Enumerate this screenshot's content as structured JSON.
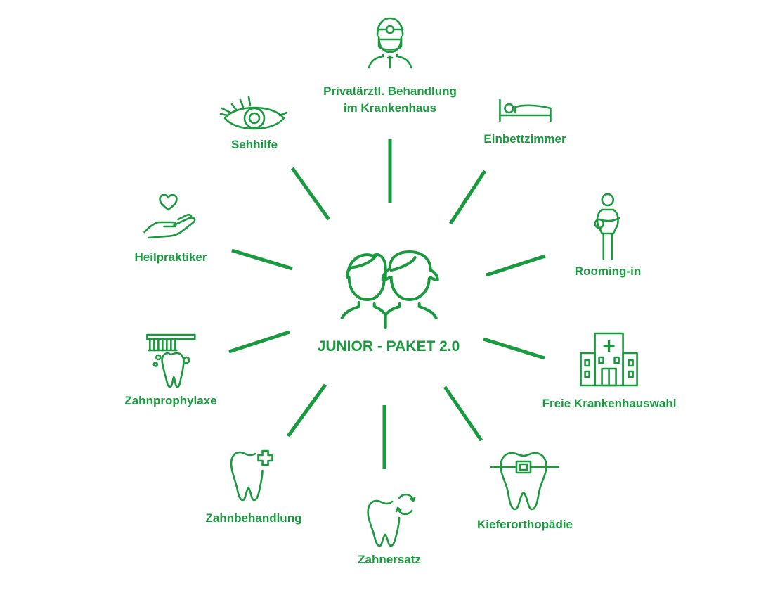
{
  "accent": "#1a9a3e",
  "center": {
    "title": "JUNIOR - PAKET 2.0",
    "icon": "children-icon"
  },
  "items": [
    {
      "id": "privatarzt",
      "lines": [
        "Privatärztl. Behandlung",
        "im Krankenhaus"
      ],
      "icon": "doctor-icon"
    },
    {
      "id": "einbettzimmer",
      "lines": [
        "Einbettzimmer"
      ],
      "icon": "bed-icon"
    },
    {
      "id": "rooming-in",
      "lines": [
        "Rooming-in"
      ],
      "icon": "parent-with-baby-icon"
    },
    {
      "id": "krankenhauswahl",
      "lines": [
        "Freie Krankenhauswahl"
      ],
      "icon": "hospital-icon"
    },
    {
      "id": "kieferorthopaedie",
      "lines": [
        "Kieferorthopädie"
      ],
      "icon": "tooth-braces-icon"
    },
    {
      "id": "zahnersatz",
      "lines": [
        "Zahnersatz"
      ],
      "icon": "tooth-replace-icon"
    },
    {
      "id": "zahnbehandlung",
      "lines": [
        "Zahnbehandlung"
      ],
      "icon": "tooth-cross-icon"
    },
    {
      "id": "zahnprophylaxe",
      "lines": [
        "Zahnprophylaxe"
      ],
      "icon": "toothbrush-tooth-icon"
    },
    {
      "id": "heilpraktiker",
      "lines": [
        "Heilpraktiker"
      ],
      "icon": "heart-hand-icon"
    },
    {
      "id": "sehhilfe",
      "lines": [
        "Sehhilfe"
      ],
      "icon": "eye-icon"
    }
  ]
}
